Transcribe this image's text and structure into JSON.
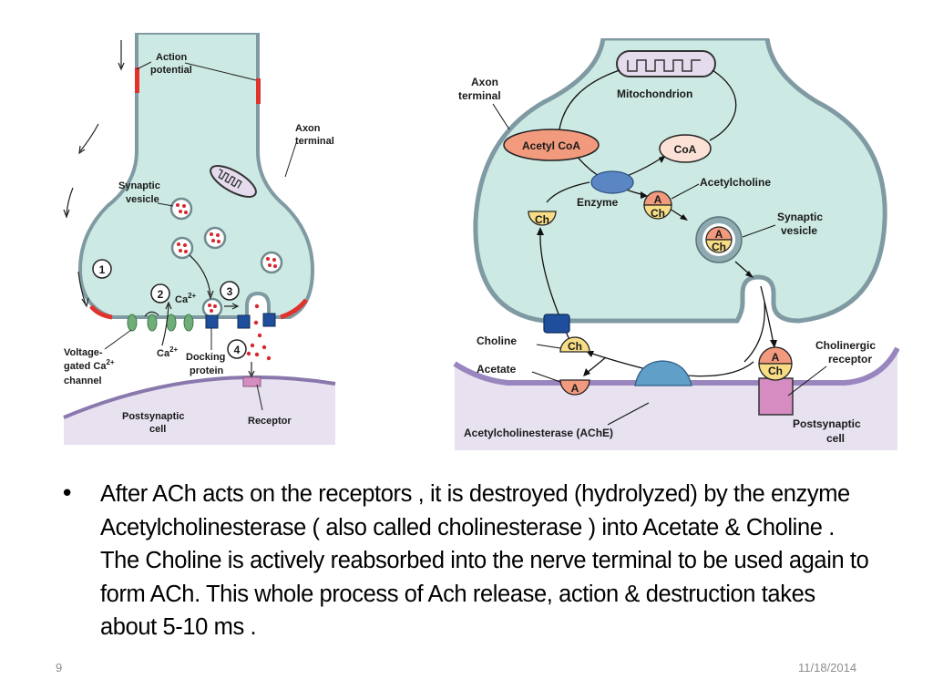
{
  "slide": {
    "number": "9",
    "date": "11/18/2014",
    "bullet_text": "After ACh acts on the receptors , it is destroyed (hydrolyzed) by the enzyme Acetylcholinesterase ( also called cholinesterase ) into Acetate & Choline . The Choline is actively reabsorbed into the nerve terminal to be used again to form ACh. This whole process of Ach release, action & destruction takes about 5-10 ms ."
  },
  "colors": {
    "cytoplasm": "#cde9e3",
    "membrane": "#8fa9b0",
    "action_potential": "#e0332b",
    "ca_channel": "#6fae78",
    "docking_protein": "#1f4f9c",
    "neurotransmitter": "#d8262d",
    "receptor": "#d58cc1",
    "postsynaptic": "#e7e1f0",
    "postsynaptic_membrane": "#9a86bf",
    "acetyl": "#f29a7d",
    "choline": "#f8dd86",
    "enzyme": "#5b86c4",
    "ache": "#5f9fc8"
  },
  "left_diagram": {
    "labels": {
      "action_potential_l1": "Action",
      "action_potential_l2": "potential",
      "axon_terminal_l1": "Axon",
      "axon_terminal_l2": "terminal",
      "synaptic_vesicle_l1": "Synaptic",
      "synaptic_vesicle_l2": "vesicle",
      "ca_inside": "Ca",
      "ca_outside": "Ca",
      "ca_charge": "2+",
      "voltage_gated_l1": "Voltage-",
      "voltage_gated_l2": "gated Ca",
      "voltage_gated_l3": "channel",
      "docking_l1": "Docking",
      "docking_l2": "protein",
      "postsynaptic_l1": "Postsynaptic",
      "postsynaptic_l2": "cell",
      "receptor": "Receptor"
    },
    "steps": [
      "1",
      "2",
      "3",
      "4"
    ]
  },
  "right_diagram": {
    "labels": {
      "axon_terminal_l1": "Axon",
      "axon_terminal_l2": "terminal",
      "mitochondrion": "Mitochondrion",
      "acetyl_coa": "Acetyl CoA",
      "coa": "CoA",
      "enzyme": "Enzyme",
      "acetylcholine": "Acetylcholine",
      "synaptic_vesicle_l1": "Synaptic",
      "synaptic_vesicle_l2": "vesicle",
      "choline": "Choline",
      "acetate": "Acetate",
      "ache": "AChE",
      "cholinergic_l1": "Cholinergic",
      "cholinergic_l2": "receptor",
      "acetylcholinesterase": "Acetylcholinesterase (AChE)",
      "postsynaptic_l1": "Postsynaptic",
      "postsynaptic_l2": "cell"
    },
    "molecules": {
      "a": "A",
      "ch": "Ch"
    }
  }
}
